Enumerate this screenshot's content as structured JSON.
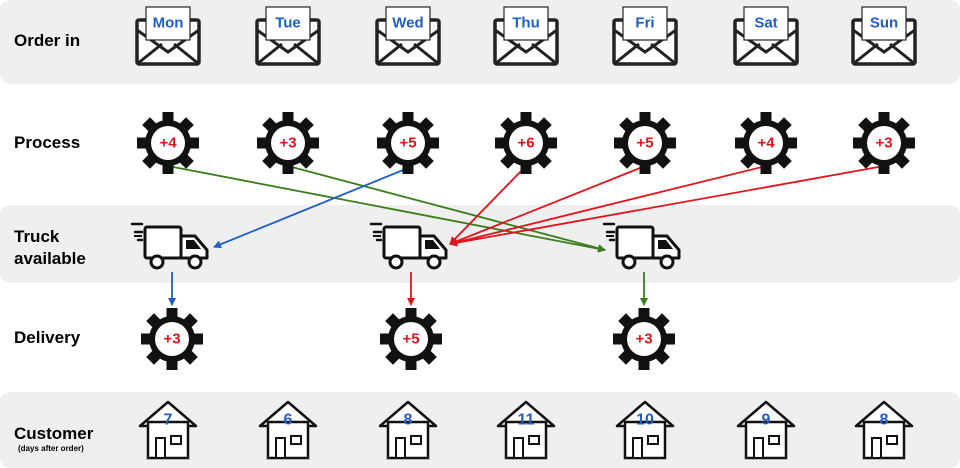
{
  "rows": {
    "order_in": "Order in",
    "process": "Process",
    "truck_line1": "Truck",
    "truck_line2": "available",
    "delivery": "Delivery",
    "customer": "Customer",
    "customer_sub": "(days after order)"
  },
  "days": [
    "Mon",
    "Tue",
    "Wed",
    "Thu",
    "Fri",
    "Sat",
    "Sun"
  ],
  "process_days": [
    "+4",
    "+3",
    "+5",
    "+6",
    "+5",
    "+4",
    "+3"
  ],
  "delivery_days": [
    "+3",
    "+5",
    "+3"
  ],
  "customer_days": [
    "7",
    "6",
    "8",
    "11",
    "10",
    "9",
    "8"
  ],
  "routes": [
    {
      "from_day": "Mon",
      "to_truck": 3,
      "color": "#3a7d1e"
    },
    {
      "from_day": "Tue",
      "to_truck": 3,
      "color": "#3a7d1e"
    },
    {
      "from_day": "Wed",
      "to_truck": 1,
      "color": "#1f5fc4"
    },
    {
      "from_day": "Thu",
      "to_truck": 2,
      "color": "#e0141c"
    },
    {
      "from_day": "Fri",
      "to_truck": 2,
      "color": "#e0141c"
    },
    {
      "from_day": "Sat",
      "to_truck": 2,
      "color": "#e0141c"
    },
    {
      "from_day": "Sun",
      "to_truck": 2,
      "color": "#e0141c"
    }
  ],
  "colors": {
    "blue": "#1f5fc4",
    "red": "#e0141c",
    "green": "#3a7d1e",
    "band": "#efefef"
  }
}
